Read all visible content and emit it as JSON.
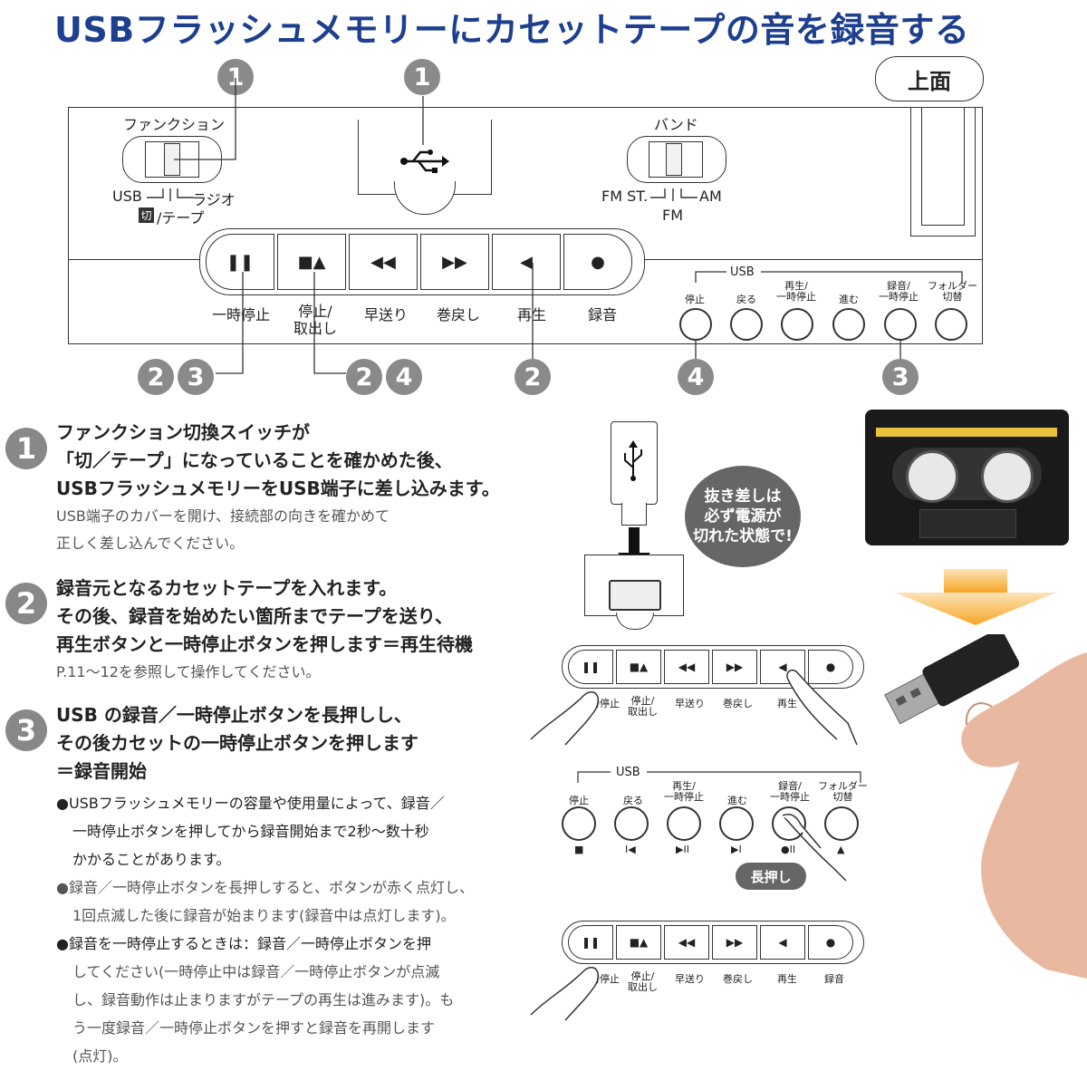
{
  "title": "USBフラッシュメモリーにカセットテープの音を録音する",
  "top_label": "上面",
  "badges": {
    "function_switch": "1",
    "usb_port": "1",
    "pause_a": "2",
    "pause_b": "3",
    "stop_a": "2",
    "stop_b": "4",
    "play": "2",
    "usb_stop": "4",
    "usb_rec": "3"
  },
  "function_switch": {
    "label": "ファンクション",
    "left_label": "USB",
    "right_label": "ラジオ",
    "off_icon": "切",
    "bottom_label": "/テープ"
  },
  "band_switch": {
    "label": "バンド",
    "left_label": "FM ST.",
    "right_label": "AM",
    "bottom_label": "FM"
  },
  "usb_port_icon": "usb-icon",
  "transport": {
    "buttons": [
      {
        "symbol": "❚❚",
        "label": "一時停止"
      },
      {
        "symbol": "■▲",
        "label": "停止/\n取出し"
      },
      {
        "symbol": "◀◀",
        "label": "早送り"
      },
      {
        "symbol": "▶▶",
        "label": "巻戻し"
      },
      {
        "symbol": "◀",
        "label": "再生"
      },
      {
        "symbol": "●",
        "label": "録音"
      }
    ]
  },
  "usb_panel": {
    "group_label": "USB",
    "buttons": [
      {
        "label": "停止",
        "sub": "■"
      },
      {
        "label": "戻る",
        "sub": "I◀"
      },
      {
        "label": "再生/\n一時停止",
        "sub": "▶II"
      },
      {
        "label": "進む",
        "sub": "▶I"
      },
      {
        "label": "録音/\n一時停止",
        "sub": "●II"
      },
      {
        "label": "フォルダー\n切替",
        "sub": "▲"
      }
    ]
  },
  "steps": [
    {
      "number": "1",
      "heading": [
        "ファンクション切換スイッチが",
        "「切／テープ」になっていることを確かめた後、",
        "USBフラッシュメモリーをUSB端子に差し込みます。"
      ],
      "sub": [
        "USB端子のカバーを開け、接続部の向きを確かめて",
        "正しく差し込んでください。"
      ]
    },
    {
      "number": "2",
      "heading": [
        "録音元となるカセットテープを入れます。",
        "その後、録音を始めたい箇所までテープを送り、",
        "再生ボタンと一時停止ボタンを押します＝再生待機"
      ],
      "sub": [
        "P.11～12を参照して操作してください。"
      ]
    },
    {
      "number": "3",
      "heading": [
        "USB の録音／一時停止ボタンを長押しし、",
        "その後カセットの一時停止ボタンを押します",
        "＝録音開始"
      ],
      "notes": [
        [
          "●USBフラッシュメモリーの容量や使用量によって、録音／",
          "一時停止ボタンを押してから録音開始まで2秒～数十秒",
          "かかることがあります。"
        ],
        [
          "●録音／一時停止ボタンを長押しすると、ボタンが赤く点灯し、",
          "1回点滅した後に録音が始まります(録音中は点灯します)。"
        ],
        [
          "●録音を一時停止するときは：録音／一時停止ボタンを押",
          "してください(一時停止中は録音／一時停止ボタンが点滅",
          "し、録音動作は止まりますがテープの再生は進みます)。も",
          "う一度録音／一時停止ボタンを押すと録音を再開します",
          "(点灯)。"
        ]
      ]
    }
  ],
  "callout": [
    "抜き差しは",
    "必ず電源が",
    "切れた状態で!"
  ],
  "long_press_label": "長押し",
  "colors": {
    "title": "#1d3f8f",
    "badge": "#8a8a8a",
    "arrow": "#f5a623"
  }
}
